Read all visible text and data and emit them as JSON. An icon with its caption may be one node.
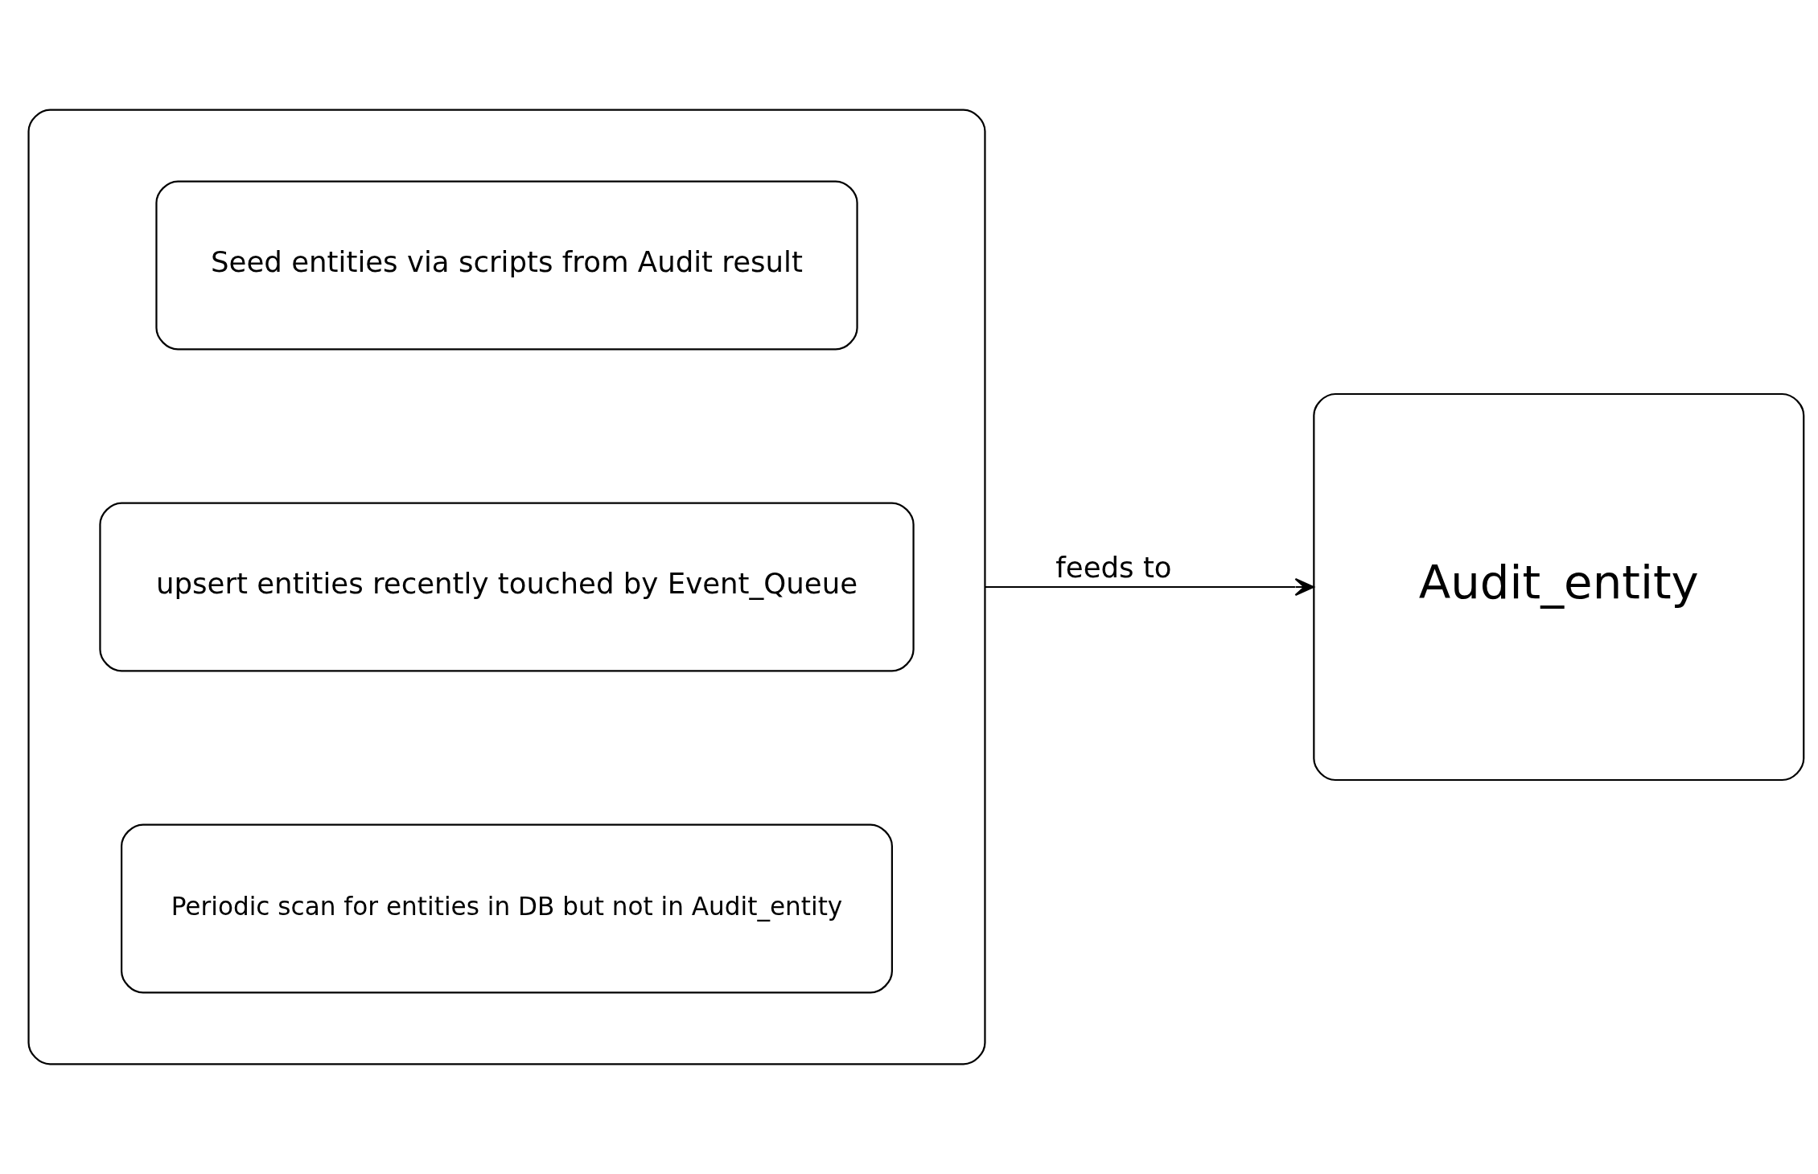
{
  "diagram": {
    "nodes": [
      {
        "text": [],
        "shape": "box"
      },
      {
        "text": [
          "Seed entities via scripts from Audit result"
        ],
        "in": 0
      },
      {
        "text": [
          "upsert entities recently touched by Event_Queue"
        ],
        "in": 0
      },
      {
        "text": [
          "Periodic scan for entities in DB but not in Audit_entity"
        ],
        "in": 0
      },
      {
        "text": [
          "Audit_entity"
        ]
      }
    ],
    "edges": [
      {
        "from": 0,
        "to": 4,
        "arrow": "to",
        "label": "feeds to"
      }
    ]
  }
}
